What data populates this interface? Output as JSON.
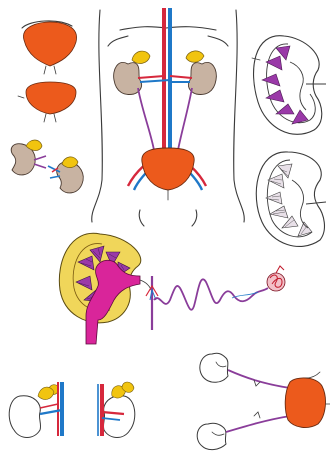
{
  "figure": {
    "panels": [
      {
        "id": "bladder-front-views",
        "icon": "bladder-icon"
      },
      {
        "id": "kidney-pair-with-adrenals",
        "icon": "kidney-icon"
      },
      {
        "id": "urinary-system-in-torso",
        "icon": "torso-icon"
      },
      {
        "id": "kidney-section-pyramids",
        "icon": "kidney-section-icon"
      },
      {
        "id": "kidney-section-striated",
        "icon": "kidney-section-icon"
      },
      {
        "id": "kidney-section-with-nephron",
        "icon": "nephron-icon"
      },
      {
        "id": "kidney-pair-left-vessels",
        "icon": "kidney-icon"
      },
      {
        "id": "kidney-pair-right-vessels",
        "icon": "kidney-icon"
      },
      {
        "id": "kidneys-ureters-bladder",
        "icon": "bladder-icon"
      }
    ],
    "colors": {
      "kidney": "#c8b3a2",
      "bladder": "#ec5a1c",
      "adrenal": "#f1c40f",
      "artery": "#d6283c",
      "vein": "#1f78c8",
      "ureter": "#8a3d9a",
      "medulla": "#9a39a8",
      "pelvis": "#d9259a",
      "cortex": "#f0d65a",
      "glomerulus": "#c0182a"
    }
  }
}
